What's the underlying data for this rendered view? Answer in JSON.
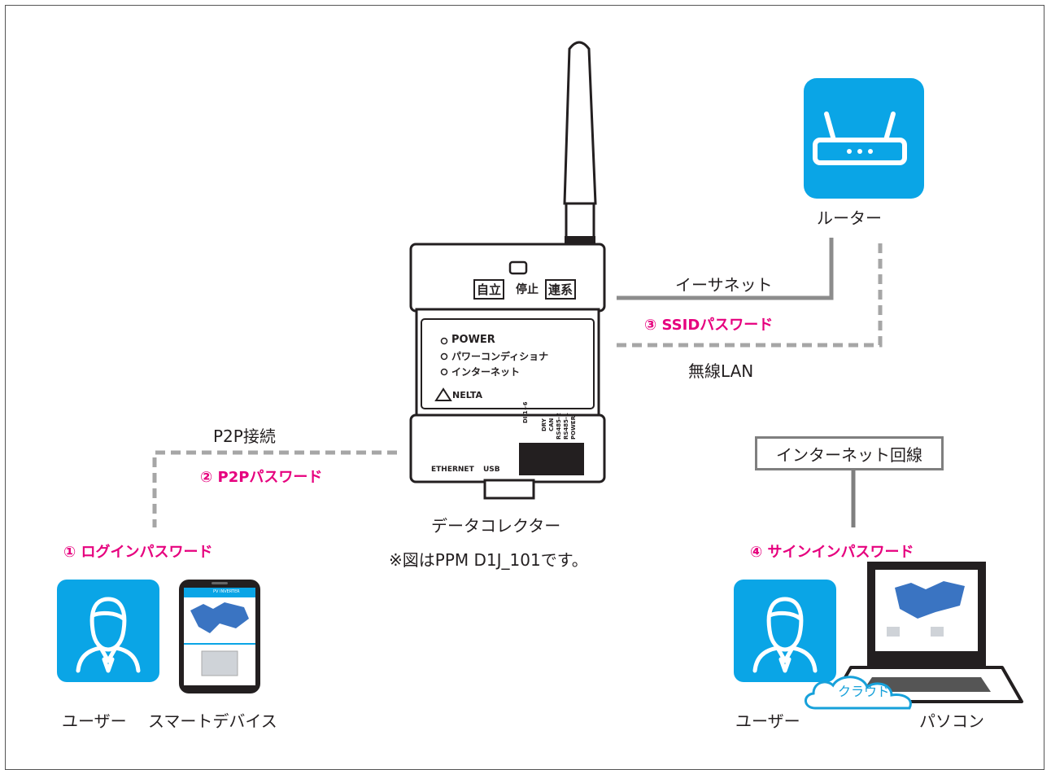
{
  "router": {
    "label": "ルーター"
  },
  "links": {
    "ethernet": "イーサネット",
    "wireless": "無線LAN",
    "p2p": "P2P接続",
    "internet_line": "インターネット回線"
  },
  "passwords": {
    "login": "① ログインパスワード",
    "p2p": "② P2Pパスワード",
    "ssid": "③ SSIDパスワード",
    "signin": "④ サインインパスワード"
  },
  "collector": {
    "label": "データコレクター",
    "note": "※図はPPM D1J_101です。",
    "switch_left": "自立",
    "switch_mid": "停止",
    "switch_right": "連系",
    "leds": [
      "POWER",
      "パワーコンディショナ",
      "インターネット"
    ],
    "brand": "NELTA",
    "port_ethernet": "ETHERNET",
    "port_usb": "USB",
    "terminal_labels": [
      "DI 1~6",
      "DRY",
      "CAN",
      "RS485-2",
      "RS485-1",
      "POWER"
    ]
  },
  "left_group": {
    "user": "ユーザー",
    "device": "スマートデバイス",
    "phone_section": "PV INVERTER"
  },
  "right_group": {
    "user": "ユーザー",
    "pc": "パソコン",
    "cloud": "クラウド"
  },
  "colors": {
    "accent": "#e6007e",
    "tile": "#0aa5e6",
    "line": "#a6a6a6",
    "cloud": "#17a1da"
  }
}
